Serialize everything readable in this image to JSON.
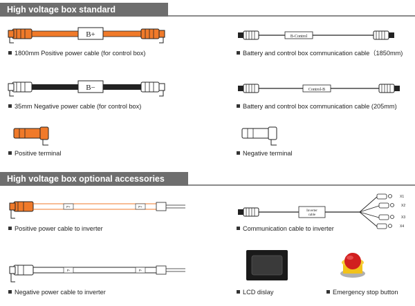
{
  "sections": [
    {
      "title": "High voltage box standard configuration"
    },
    {
      "title": "High voltage box optional accessories package"
    }
  ],
  "standard": {
    "pos_cable": {
      "caption": "1800mm Positive power cable (for control box)",
      "label": "B+"
    },
    "neg_cable": {
      "caption": "35mm Negative power cable (for control box)",
      "label": "B−"
    },
    "comm_long": {
      "caption": "Battery and control box communication cable（1850mm)",
      "label": "B-Control"
    },
    "comm_short": {
      "caption": "Battery and control box communication cable (205mm)",
      "label": "Control-B"
    },
    "pos_terminal": {
      "caption": "Positive terminal"
    },
    "neg_terminal": {
      "caption": "Negative terminal"
    }
  },
  "optional": {
    "pos_inv": {
      "caption": "Positive power cable to inverter",
      "tag1": "P+",
      "tag2": "P+"
    },
    "neg_inv": {
      "caption": "Negative power cable to inverter",
      "tag1": "P-",
      "tag2": "P-"
    },
    "comm_inv": {
      "caption": "Communication cable to inverter",
      "box_line1": "Inverter",
      "box_line2": "cable",
      "ends": [
        "X1",
        "X2",
        "X3",
        "X4"
      ]
    },
    "lcd": {
      "caption": "LCD dislay"
    },
    "estop": {
      "caption": "Emergency stop button"
    }
  },
  "colors": {
    "orange": "#f07a2a",
    "dark": "#222222",
    "band": "#6e6e6e"
  }
}
